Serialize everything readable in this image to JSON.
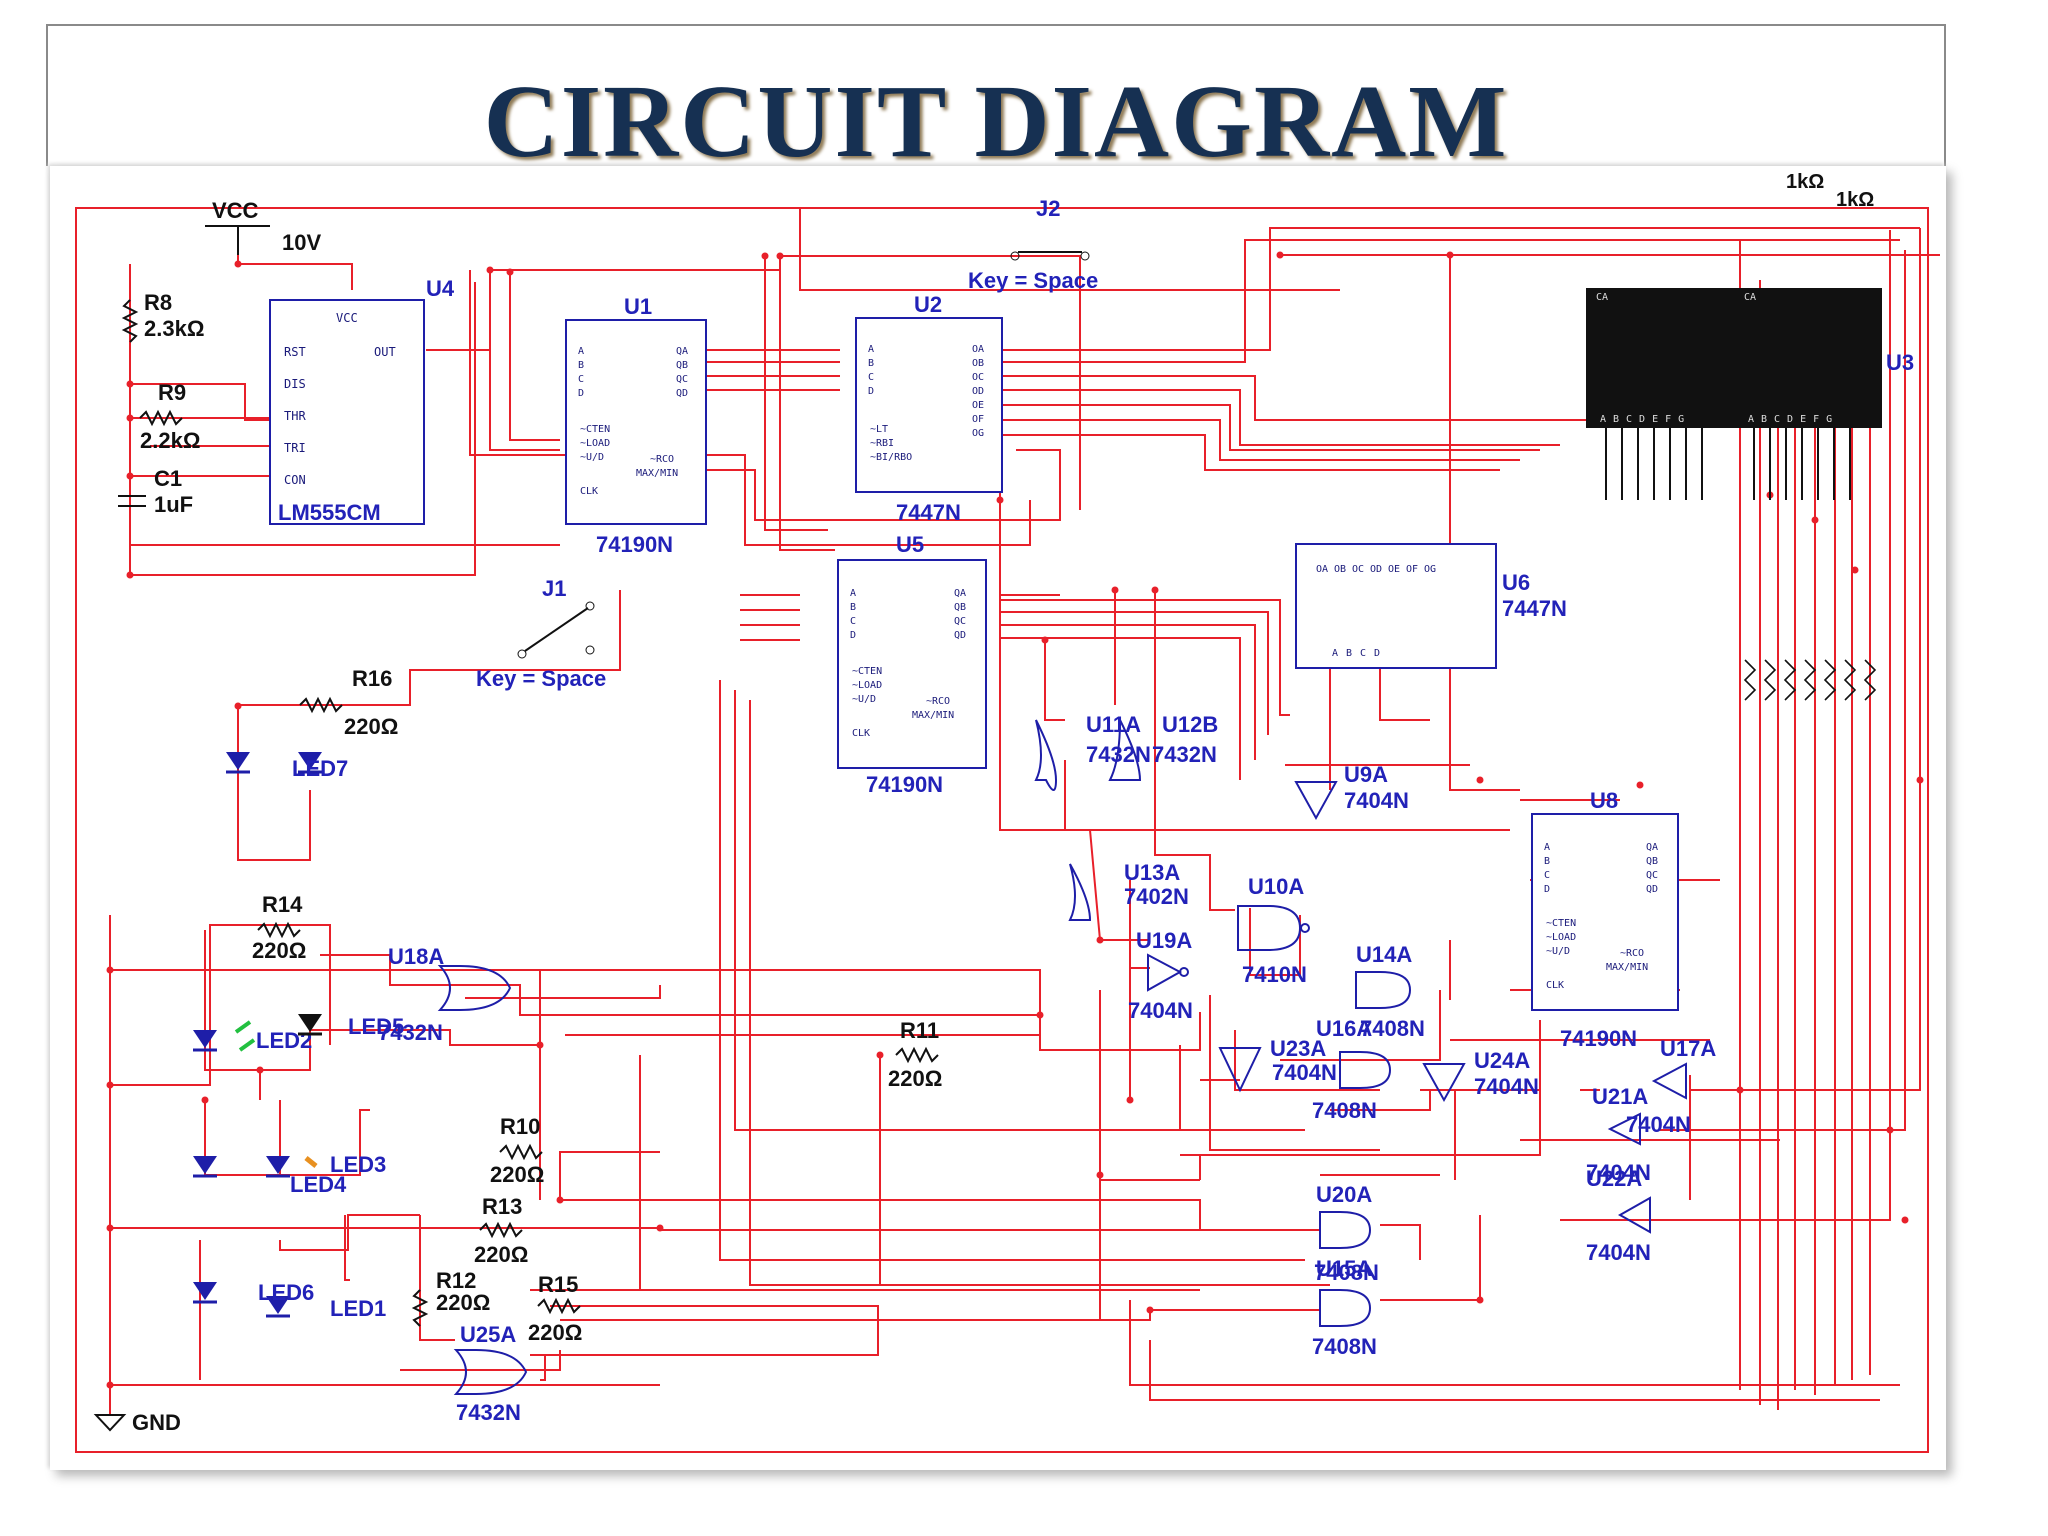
{
  "title": "CIRCUIT DIAGRAM",
  "power": {
    "vcc": "VCC",
    "voltage": "10V",
    "gnd": "GND"
  },
  "timer": {
    "ref": "U4",
    "part": "LM555CM",
    "pins": [
      "RST",
      "DIS",
      "THR",
      "TRI",
      "CON",
      "OUT",
      "VCC"
    ]
  },
  "resistors": {
    "r8": {
      "ref": "R8",
      "value": "2.3kΩ"
    },
    "r9": {
      "ref": "R9",
      "value": "2.2kΩ"
    },
    "r16": {
      "ref": "R16",
      "value": "220Ω"
    },
    "r14": {
      "ref": "R14",
      "value": "220Ω"
    },
    "r11": {
      "ref": "R11",
      "value": "220Ω"
    },
    "r10": {
      "ref": "R10",
      "value": "220Ω"
    },
    "r13": {
      "ref": "R13",
      "value": "220Ω"
    },
    "r12": {
      "ref": "R12",
      "value": "220Ω"
    },
    "r15": {
      "ref": "R15",
      "value": "220Ω"
    },
    "r_net_top": "1kΩ"
  },
  "capacitor": {
    "ref": "C1",
    "value": "1uF"
  },
  "counters": {
    "u1": {
      "ref": "U1",
      "part": "74190N"
    },
    "u5": {
      "ref": "U5",
      "part": "74190N"
    },
    "u8": {
      "ref": "U8",
      "part": "74190N"
    },
    "counter_pins": [
      "A",
      "B",
      "C",
      "D",
      "~CTEN",
      "~LOAD",
      "~U/D",
      "CLK",
      "QA",
      "QB",
      "QC",
      "QD",
      "~RCO",
      "MAX/MIN"
    ]
  },
  "decoders": {
    "u2": {
      "ref": "U2",
      "part": "7447N"
    },
    "u6": {
      "ref": "U6",
      "part": "7447N"
    },
    "decoder_pins": [
      "A",
      "B",
      "C",
      "D",
      "~LT",
      "~RBI",
      "~BI/RBO",
      "OA",
      "OB",
      "OC",
      "OD",
      "OE",
      "OF",
      "OG"
    ]
  },
  "display": {
    "ref": "U3",
    "digit_label": "CA",
    "segments": "ABCDEFG"
  },
  "switches": {
    "j1": {
      "ref": "J1",
      "key": "Key = Space"
    },
    "j2": {
      "ref": "J2",
      "key": "Key = Space"
    }
  },
  "gates": {
    "u11a": "U11A",
    "u11a_part": "7432N",
    "u12b": "U12B",
    "u12b_part": "7432N",
    "u9a": "U9A",
    "u9a_part": "7404N",
    "u13a": "U13A",
    "u13a_part": "7402N",
    "u10a": "U10A",
    "u10a_part": "7410N",
    "u19a": "U19A",
    "u19a_part": "7404N",
    "u14a": "U14A",
    "u14a_part": "7408N",
    "u16a": "U16A",
    "u16a_part": "7408N",
    "u23a": "U23A",
    "u23a_part": "7404N",
    "u24a": "U24A",
    "u24a_part": "7404N",
    "u17a": "U17A",
    "u21a": "U21A",
    "u21a_part": "7404N",
    "u22a": "U22A",
    "u22a_part": "7404N",
    "u20a": "U20A",
    "u20a_part": "7408N",
    "u15a": "U15A",
    "u15a_part": "7408N",
    "u18a": "U18A",
    "u18a_part": "7432N",
    "u25a": "U25A",
    "u25a_part": "7432N"
  },
  "leds": [
    "LED1",
    "LED2",
    "LED3",
    "LED4",
    "LED5",
    "LED6",
    "LED7"
  ],
  "colors": {
    "wire": "#e8202a",
    "component": "#1e1ea8",
    "title": "#163052",
    "title_shadow": "#8f7a55",
    "display_body": "#111111"
  }
}
